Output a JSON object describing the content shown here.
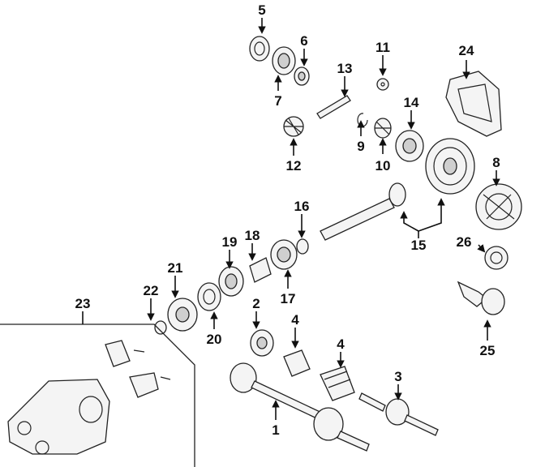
{
  "callouts": [
    {
      "id": "1",
      "label": "1"
    },
    {
      "id": "2",
      "label": "2"
    },
    {
      "id": "3",
      "label": "3"
    },
    {
      "id": "4a",
      "label": "4"
    },
    {
      "id": "4b",
      "label": "4"
    },
    {
      "id": "5",
      "label": "5"
    },
    {
      "id": "6",
      "label": "6"
    },
    {
      "id": "7",
      "label": "7"
    },
    {
      "id": "8",
      "label": "8"
    },
    {
      "id": "9",
      "label": "9"
    },
    {
      "id": "10",
      "label": "10"
    },
    {
      "id": "11",
      "label": "11"
    },
    {
      "id": "12",
      "label": "12"
    },
    {
      "id": "13",
      "label": "13"
    },
    {
      "id": "14",
      "label": "14"
    },
    {
      "id": "15",
      "label": "15"
    },
    {
      "id": "16",
      "label": "16"
    },
    {
      "id": "17",
      "label": "17"
    },
    {
      "id": "18",
      "label": "18"
    },
    {
      "id": "19",
      "label": "19"
    },
    {
      "id": "20",
      "label": "20"
    },
    {
      "id": "21",
      "label": "21"
    },
    {
      "id": "22",
      "label": "22"
    },
    {
      "id": "23",
      "label": "23"
    },
    {
      "id": "24",
      "label": "24"
    },
    {
      "id": "25",
      "label": "25"
    },
    {
      "id": "26",
      "label": "26"
    }
  ]
}
